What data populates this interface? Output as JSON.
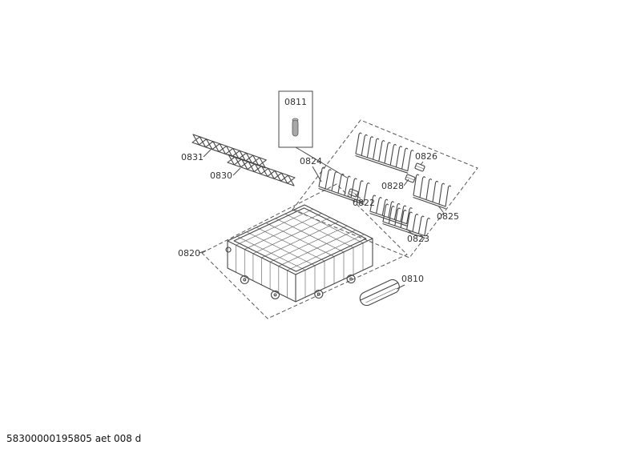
{
  "page": {
    "footer": "58300000195805 aet 008 d"
  },
  "diagram": {
    "description": "Exploded parts diagram of dishwasher lower basket with tine rows and accessories",
    "labels": {
      "p0811": "0811",
      "p0831": "0831",
      "p0830": "0830",
      "p0824": "0824",
      "p0826": "0826",
      "p0828": "0828",
      "p0822": "0822",
      "p0825": "0825",
      "p0823": "0823",
      "p0820": "0820",
      "p0810": "0810"
    }
  }
}
